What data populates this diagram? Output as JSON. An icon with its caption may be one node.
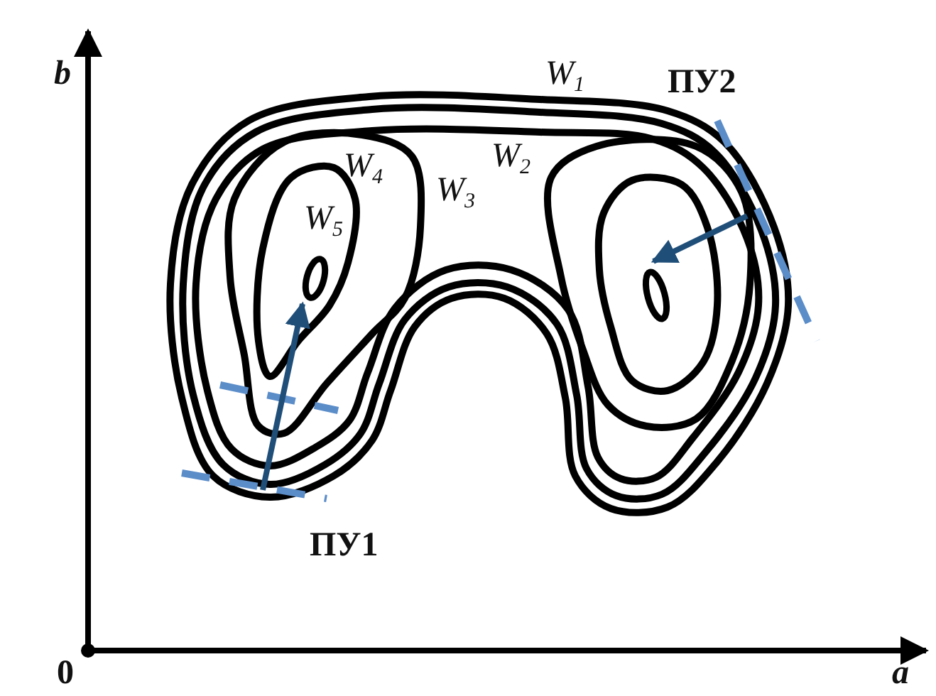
{
  "diagram": {
    "labels": [
      "b",
      "W$_{1}$",
      "ПУ2",
      "W$_{4}$",
      "W$_{2}$",
      "W$_{3}$",
      "W$_{5}$",
      "ПУ1",
      "0",
      "a"
    ]
  }
}
